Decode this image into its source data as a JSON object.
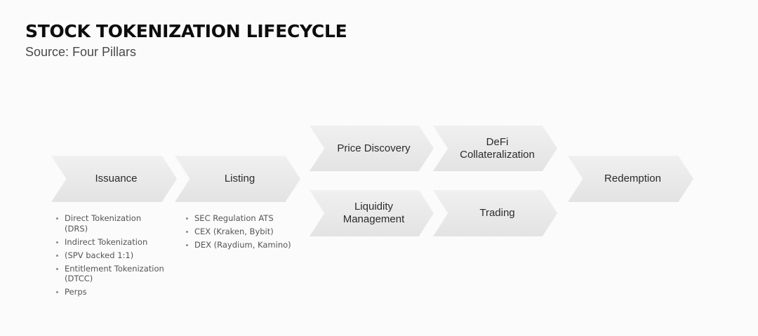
{
  "header": {
    "title": "STOCK TOKENIZATION LIFECYCLE",
    "subtitle": "Source: Four Pillars"
  },
  "stages": {
    "issuance": "Issuance",
    "listing": "Listing",
    "price_discovery": "Price Discovery",
    "defi_collateralization": "DeFi\nCollateralization",
    "liquidity_management": "Liquidity\nManagement",
    "trading": "Trading",
    "redemption": "Redemption"
  },
  "issuance_details": [
    "Direct Tokenization\n(DRS)",
    "Indirect Tokenization",
    "(SPV backed 1:1)",
    "Entitlement Tokenization\n(DTCC)",
    "Perps"
  ],
  "listing_details": [
    "SEC Regulation ATS",
    "CEX (Kraken, Bybit)",
    "DEX (Raydium, Kamino)"
  ],
  "colors": {
    "chevron_fill": "#e8e8e8",
    "background": "#fbfbfb",
    "title": "#0d0d0d"
  }
}
